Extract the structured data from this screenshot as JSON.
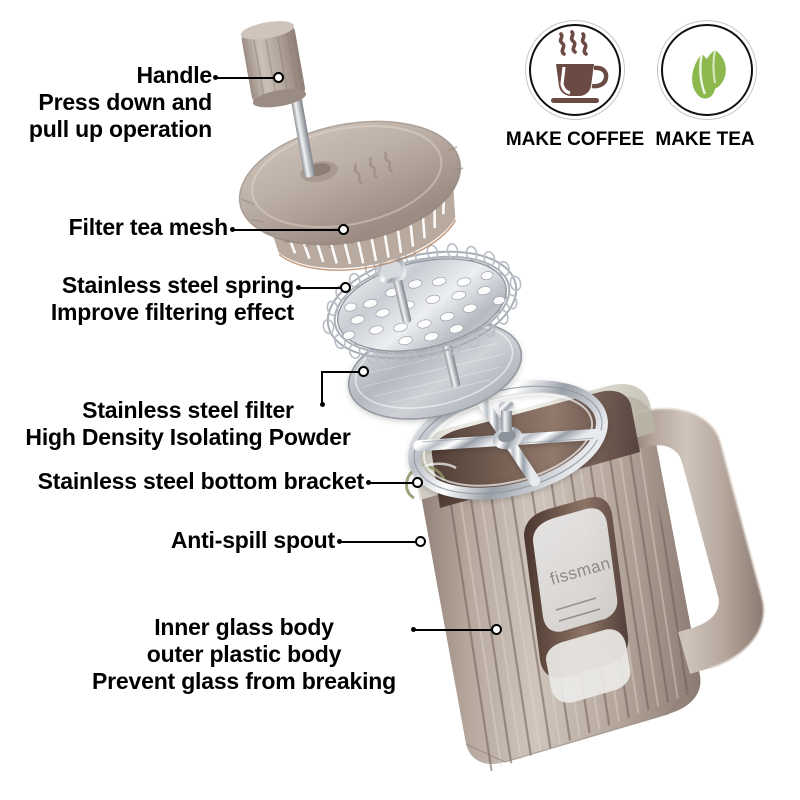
{
  "product": {
    "brand": "fissman",
    "type": "french-press-coffee-tea-maker",
    "body_color": "#b8a99f",
    "body_color_dark": "#7d6e66",
    "body_color_light": "#cdc2b9",
    "glass_color": "#6b5248",
    "metal_color": "#d9dade"
  },
  "callouts": [
    {
      "id": "handle",
      "lines": [
        "Handle",
        "Press down and",
        "pull up operation"
      ],
      "align": "right",
      "target": "plunger-knob"
    },
    {
      "id": "filter-tea-mesh",
      "lines": [
        "Filter tea mesh"
      ],
      "align": "right",
      "target": "lid-mesh-screen"
    },
    {
      "id": "stainless-steel-spring",
      "lines": [
        "Stainless steel spring",
        "Improve filtering effect"
      ],
      "align": "right",
      "target": "spring-disc"
    },
    {
      "id": "stainless-steel-filter",
      "lines": [
        "Stainless steel filter",
        "High Density Isolating Powder"
      ],
      "align": "center",
      "target": "filter-plate"
    },
    {
      "id": "stainless-steel-bottom-bracket",
      "lines": [
        "Stainless steel bottom bracket"
      ],
      "align": "right",
      "target": "bottom-bracket-ring"
    },
    {
      "id": "anti-spill-spout",
      "lines": [
        "Anti-spill spout"
      ],
      "align": "right",
      "target": "glass-spout"
    },
    {
      "id": "inner-glass-body",
      "lines": [
        "Inner glass body",
        "outer plastic body",
        "Prevent glass from breaking"
      ],
      "align": "center",
      "target": "outer-ribbed-body"
    }
  ],
  "badges": [
    {
      "id": "make-coffee",
      "caption": "MAKE COFFEE",
      "icon": "coffee-cup-icon",
      "icon_color": "#6b4a43",
      "ring_color": "#111111"
    },
    {
      "id": "make-tea",
      "caption": "MAKE TEA",
      "icon": "tea-leaf-icon",
      "icon_color": "#8cb84e",
      "ring_color": "#111111"
    }
  ]
}
